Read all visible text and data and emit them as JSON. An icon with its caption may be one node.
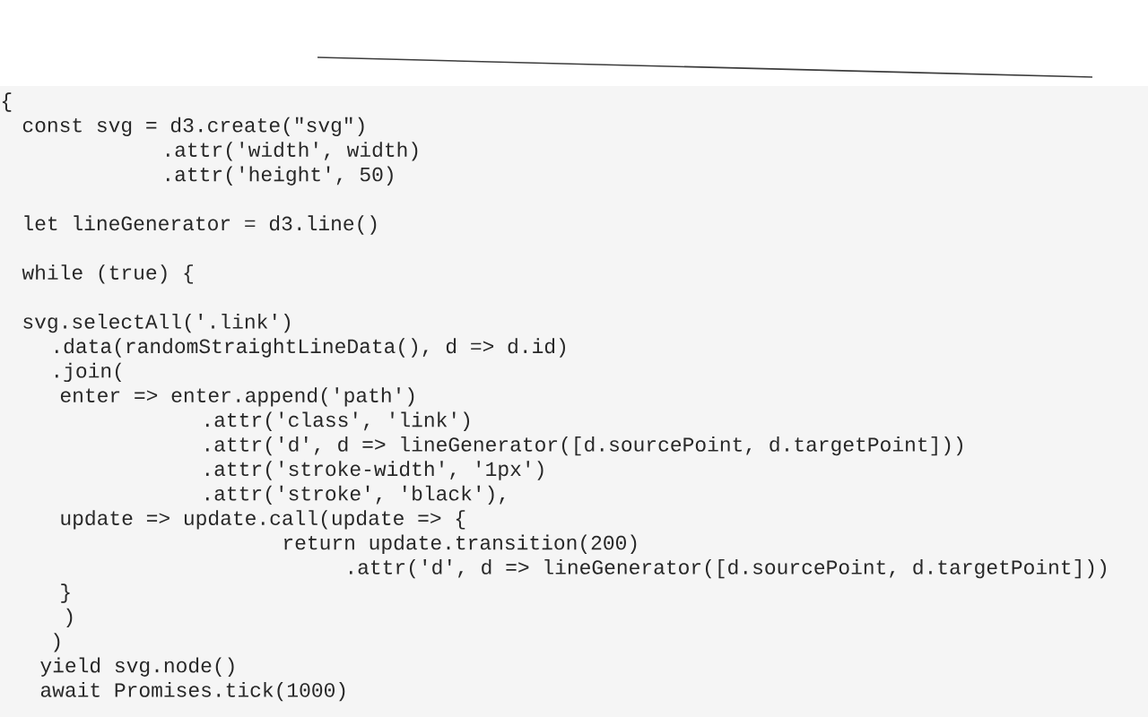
{
  "diagram": {
    "labels": [
      "{",
      "const svg = d3.create(\"svg\")",
      ".attr('width', width)",
      ".attr('height', 50)",
      "let lineGenerator = d3.line()",
      "while (true) {",
      "svg.selectAll('.link')",
      ".data(randomStraightLineData(), d => d.id)",
      ".join(",
      "enter => enter.append('path')",
      ".attr('class', 'link')",
      ".attr('d', d => lineGenerator([d.sourcePoint, d.targetPoint]))",
      ".attr('stroke-width', '1px')",
      ".attr('stroke', 'black'),",
      "update => update.call(update => {",
      "return update.transition(200)",
      ".attr('d', d => lineGenerator([d.sourcePoint, d.targetPoint]))",
      "}",
      ")",
      ")",
      "yield svg.node()",
      "await Promises.tick(1000)"
    ]
  }
}
